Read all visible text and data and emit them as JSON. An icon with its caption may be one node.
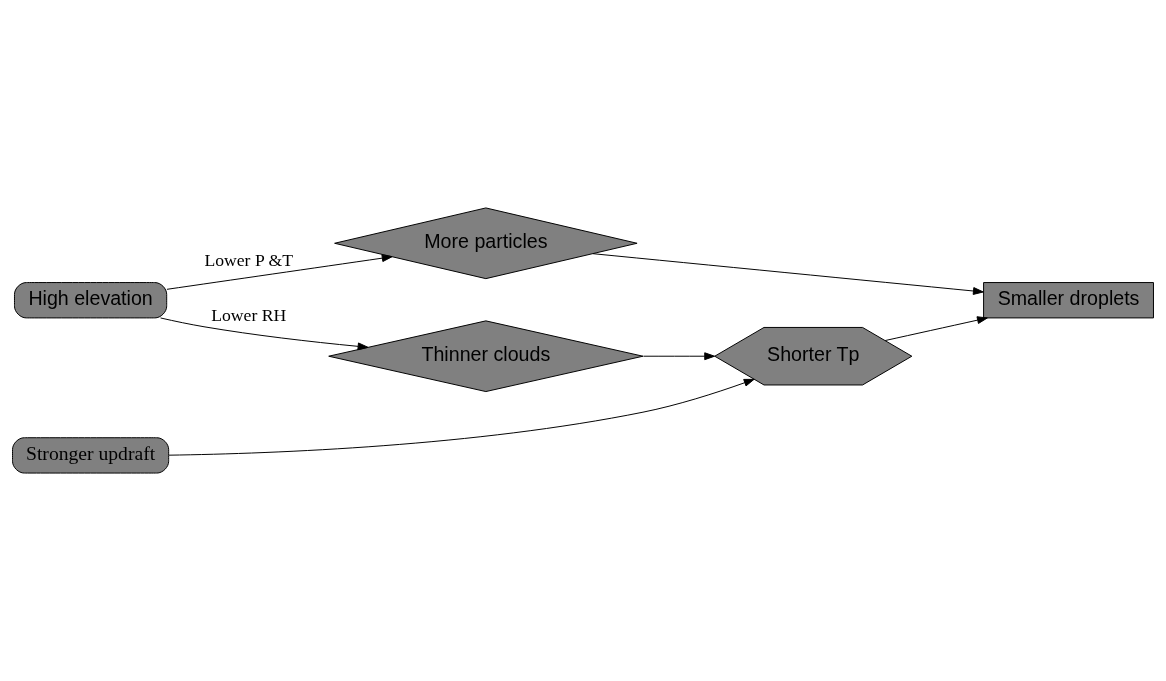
{
  "diagram": {
    "nodes": [
      {
        "text": [
          "High elevation"
        ]
      },
      {
        "text": [
          "More particles"
        ]
      },
      {
        "text": [
          "Smaller droplets"
        ]
      },
      {
        "text": [
          "Thinner clouds"
        ]
      },
      {
        "text": [
          "Stronger updraft"
        ]
      },
      {
        "text": [
          "Shorter Tp"
        ]
      }
    ],
    "edges": [
      {
        "from": 0,
        "to": 1,
        "arrow": "to",
        "label": "Lower P &T"
      },
      {
        "from": 1,
        "to": 2,
        "arrow": "to"
      },
      {
        "from": 0,
        "to": 3,
        "arrow": "to",
        "label": "Lower RH"
      },
      {
        "from": 3,
        "to": 5,
        "arrow": "to"
      },
      {
        "from": 4,
        "to": 5,
        "arrow": "to"
      },
      {
        "from": 5,
        "to": 2,
        "arrow": "to"
      }
    ]
  }
}
